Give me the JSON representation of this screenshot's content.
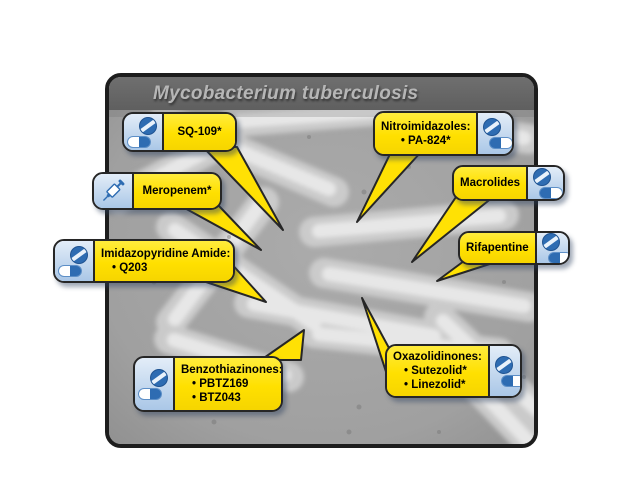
{
  "title": "Mycobacterium tuberculosis",
  "callouts": [
    {
      "name": "sq109",
      "icon": "pills",
      "lines": [
        "SQ-109*"
      ]
    },
    {
      "name": "nitroimidazoles",
      "icon": "pills",
      "lines": [
        "Nitroimidazoles:",
        "• PA-824*"
      ]
    },
    {
      "name": "meropenem",
      "icon": "syringe",
      "lines": [
        "Meropenem*"
      ]
    },
    {
      "name": "macrolides",
      "icon": "pills",
      "lines": [
        "Macrolides"
      ]
    },
    {
      "name": "imidazopyridine-amide",
      "icon": "pills",
      "lines": [
        "Imidazopyridine Amide:",
        "• Q203"
      ]
    },
    {
      "name": "rifapentine",
      "icon": "pills",
      "lines": [
        "Rifapentine"
      ]
    },
    {
      "name": "benzothiazinones",
      "icon": "pills",
      "lines": [
        "Benzothiazinones:",
        "• PBTZ169",
        "• BTZ043"
      ]
    },
    {
      "name": "oxazolidinones",
      "icon": "pills",
      "lines": [
        "Oxazolidinones:",
        "• Sutezolid*",
        "• Linezolid*"
      ]
    }
  ],
  "colors": {
    "callout_yellow": "#ffe104",
    "callout_border": "#262626",
    "icon_blue": "#2e6cb2",
    "icon_box_blue": "#bcd2ec",
    "frame_border": "#1d1d1d",
    "header_gray": "#676767"
  }
}
